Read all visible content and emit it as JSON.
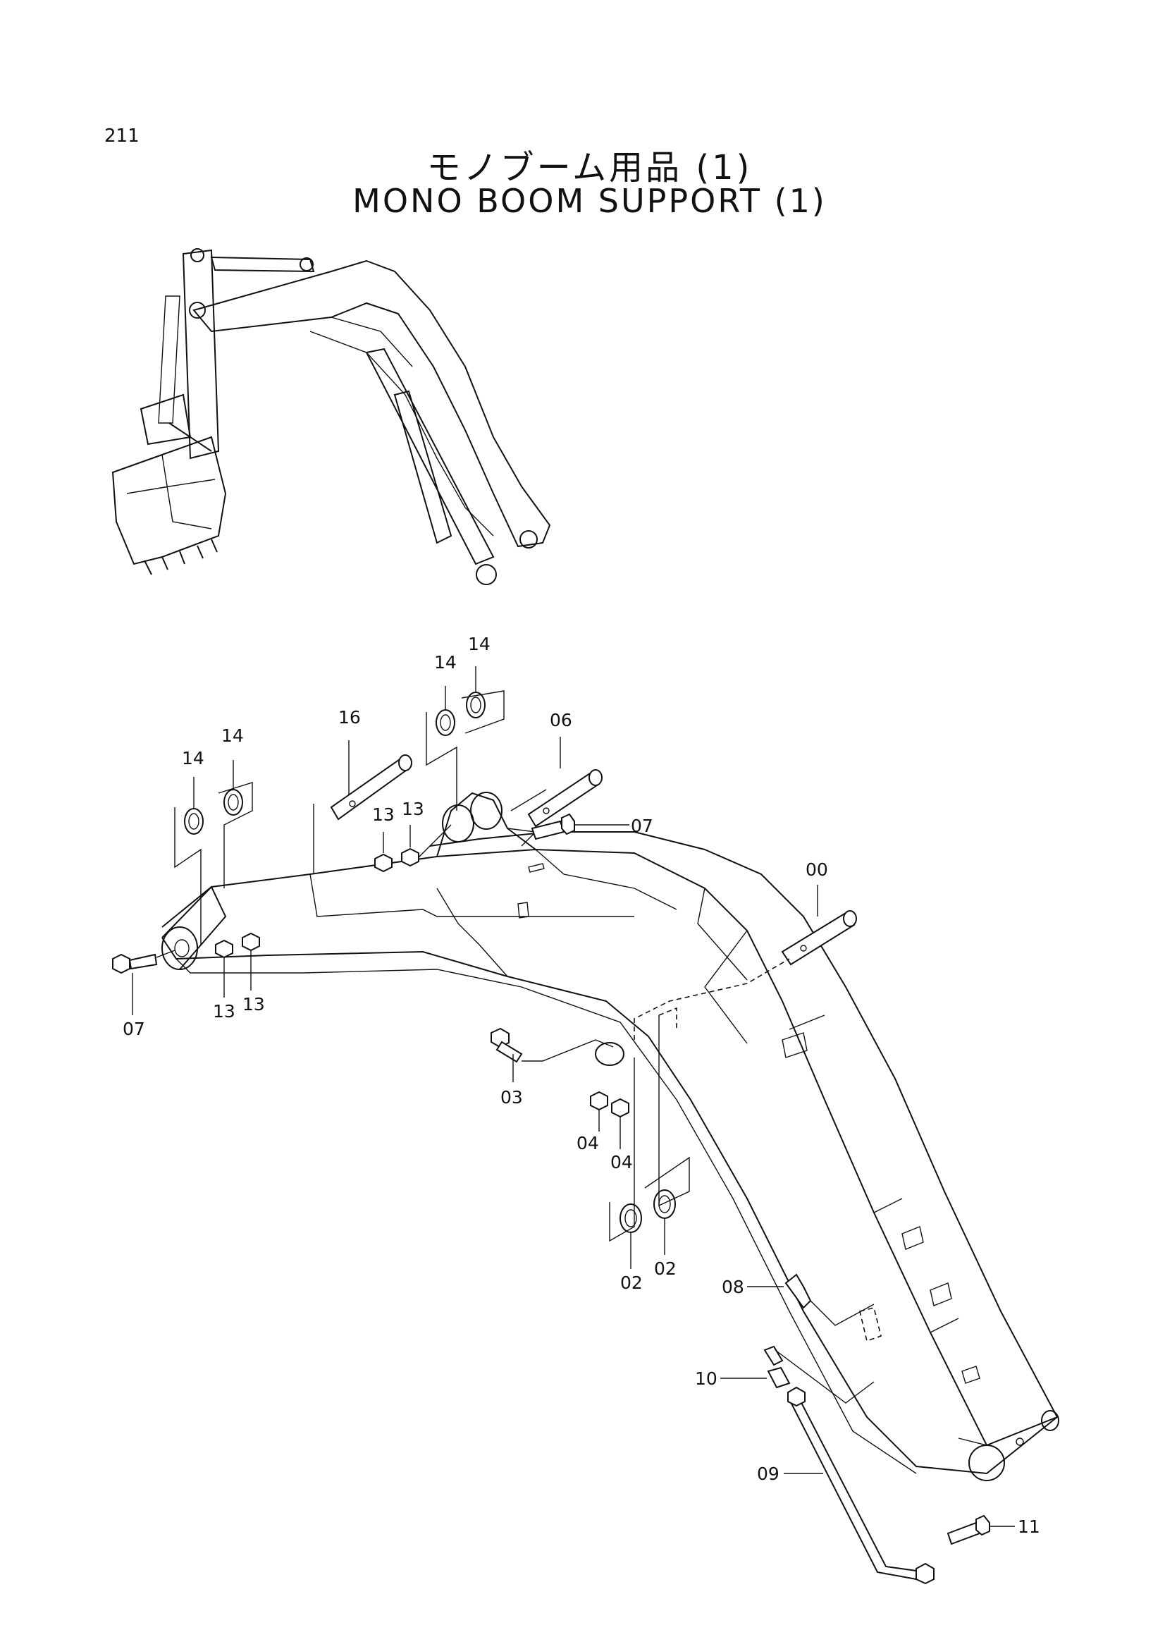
{
  "page": {
    "number": "211"
  },
  "title": {
    "japanese": "モノブーム用品 (1)",
    "english": "MONO BOOM SUPPORT (1)"
  },
  "callouts": [
    {
      "id": "c-14a",
      "label": "14"
    },
    {
      "id": "c-14b",
      "label": "14"
    },
    {
      "id": "c-14c",
      "label": "14"
    },
    {
      "id": "c-14d",
      "label": "14"
    },
    {
      "id": "c-16",
      "label": "16"
    },
    {
      "id": "c-06",
      "label": "06"
    },
    {
      "id": "c-13a",
      "label": "13"
    },
    {
      "id": "c-13b",
      "label": "13"
    },
    {
      "id": "c-07a",
      "label": "07"
    },
    {
      "id": "c-00",
      "label": "00"
    },
    {
      "id": "c-07b",
      "label": "07"
    },
    {
      "id": "c-13c",
      "label": "13"
    },
    {
      "id": "c-13d",
      "label": "13"
    },
    {
      "id": "c-03",
      "label": "03"
    },
    {
      "id": "c-04a",
      "label": "04"
    },
    {
      "id": "c-04b",
      "label": "04"
    },
    {
      "id": "c-02a",
      "label": "02"
    },
    {
      "id": "c-02b",
      "label": "02"
    },
    {
      "id": "c-08",
      "label": "08"
    },
    {
      "id": "c-10",
      "label": "10"
    },
    {
      "id": "c-09",
      "label": "09"
    },
    {
      "id": "c-11",
      "label": "11"
    }
  ]
}
